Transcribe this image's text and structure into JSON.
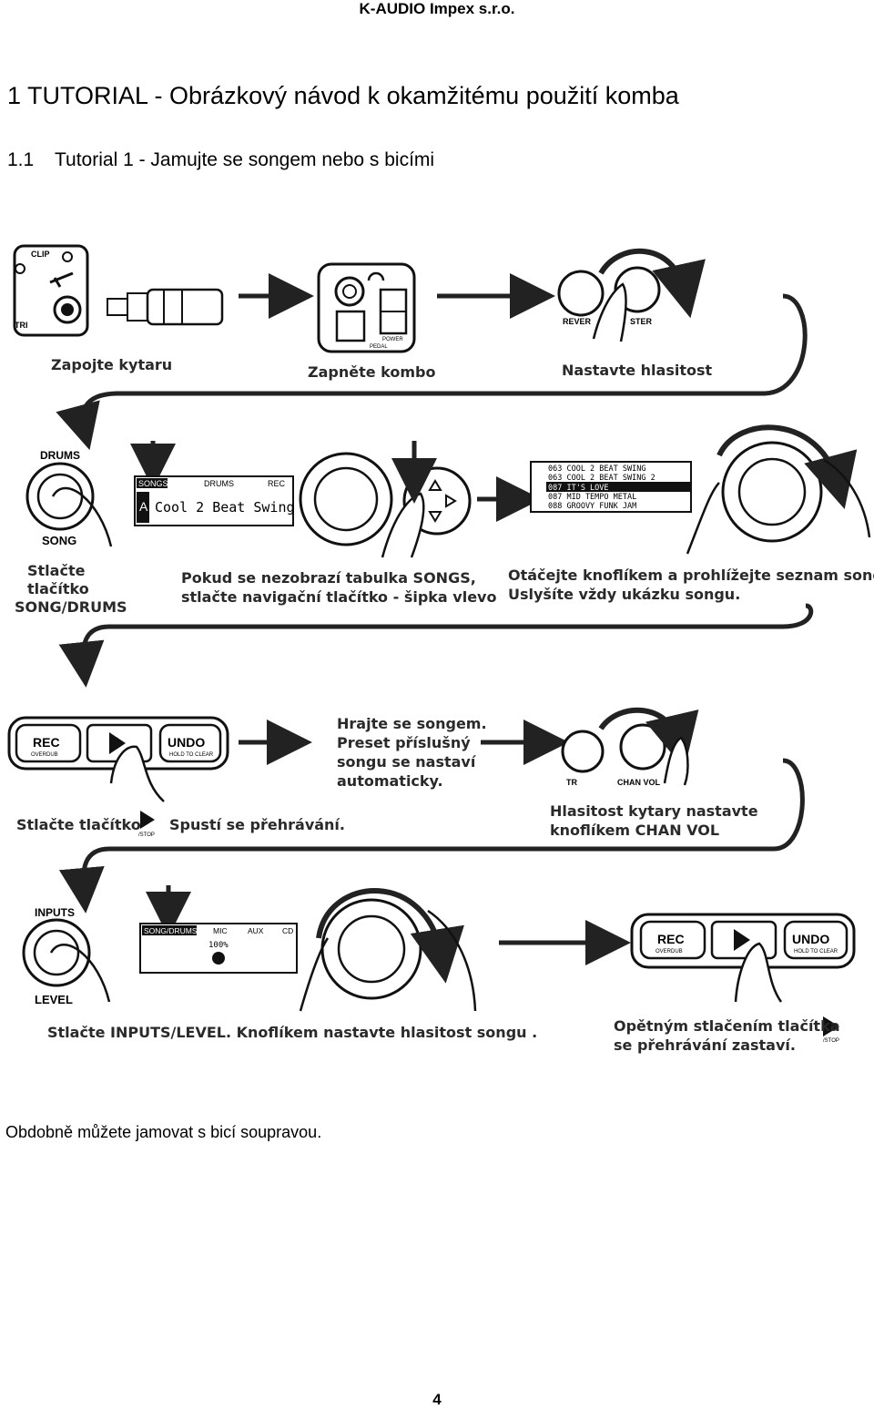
{
  "header": "K-AUDIO Impex s.r.o.",
  "title": "1   TUTORIAL - Obrázkový návod k okamžitému použití komba",
  "subtitle": {
    "number": "1.1",
    "text": "Tutorial 1 - Jamujte se songem nebo s bicími"
  },
  "steps": {
    "row1": {
      "guitar": "Zapojte kytaru",
      "power": "Zapněte kombo",
      "volume": "Nastavte hlasitost",
      "jack_labels": [
        "CLIP",
        "TRI"
      ],
      "panel_labels": [
        "POWER",
        "PEDAL"
      ],
      "knob_labels": [
        "REVER",
        "STER"
      ]
    },
    "row2": {
      "press_line1": "Stlačte",
      "press_line2": "tlačítko",
      "press_line3": "SONG/DRUMS",
      "nav_line1": "Pokud se nezobrazí tabulka SONGS,",
      "nav_line2": "stlačte navigační tlačítko - šipka vlevo",
      "browse_line1": "Otáčejte knoflíkem a prohlížejte seznam songů.",
      "browse_line2": "Uslyšíte vždy ukázku songu.",
      "button_top": "DRUMS",
      "button_bottom": "SONG",
      "lcd_tabs": [
        "SONGS",
        "DRUMS",
        "REC"
      ],
      "lcd_letter": "A",
      "lcd_value": "Cool 2 Beat Swing",
      "song_list": [
        "063 COOL 2 BEAT SWING",
        "063 COOL 2 BEAT SWING 2",
        "087 IT'S LOVE",
        "087 MID TEMPO METAL",
        "088 GROOVY FUNK JAM"
      ]
    },
    "row3": {
      "play_line1": "Hrajte se songem.",
      "play_line2": "Preset příslušný",
      "play_line3": "songu se nastaví",
      "play_line4": "automaticky.",
      "press_play_a": "Stlačte tlačítko",
      "press_play_b": "Spustí se přehrávání.",
      "chan_line1": "Hlasitost kytary nastavte",
      "chan_line2": "knoflíkem CHAN VOL",
      "buttons": [
        "REC",
        "OVERDUB",
        "UNDO",
        "HOLD TO CLEAR"
      ],
      "knob_labels": [
        "TR",
        "CHAN VOL"
      ],
      "stop_label": "/STOP"
    },
    "row4": {
      "inputs_line": "Stlačte INPUTS/LEVEL. Knoflíkem nastavte hlasitost songu .",
      "stop_line1": "Opětným stlačením tlačítka",
      "stop_line2": "se přehrávání zastaví.",
      "button_top": "INPUTS",
      "button_bottom": "LEVEL",
      "lcd_tabs": [
        "SONG/DRUMS",
        "MIC",
        "AUX",
        "CD"
      ],
      "lcd_value": "100%",
      "buttons": [
        "REC",
        "OVERDUB",
        "UNDO",
        "HOLD TO CLEAR"
      ],
      "stop_label": "/STOP"
    }
  },
  "closing": "Obdobně můžete jamovat s bicí soupravou.",
  "page_number": "4"
}
